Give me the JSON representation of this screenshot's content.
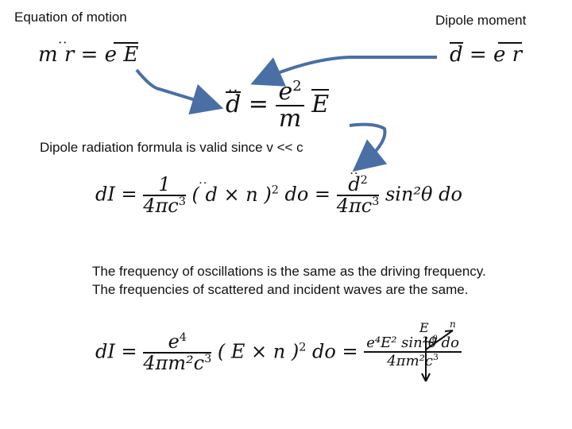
{
  "labels": {
    "equation_of_motion": "Equation of motion",
    "dipole_moment": "Dipole moment",
    "dipole_radiation": "Dipole radiation formula is valid since v << c",
    "frequency_line1": "The frequency of oscillations is the same as the driving frequency.",
    "frequency_line2": "The frequencies of scattered and incident waves are the same."
  },
  "equations": {
    "motion": {
      "lhs": "m r",
      "rhs": "= e E"
    },
    "dipole": {
      "lhs": "d",
      "rhs": "= e r"
    },
    "second_derivative": {
      "lhs": "d",
      "eq": "=",
      "num": "e",
      "num_exp": "2",
      "den": "m",
      "rhs": "E"
    },
    "radiation": {
      "lhs": "dI =",
      "num": "1",
      "den": "4πc",
      "den_exp": "3",
      "paren": "( d × n )",
      "paren_exp": "2",
      "do1": "do =",
      "num2": "d",
      "num2_exp": "2",
      "den2": "4πc",
      "den2_exp": "3",
      "tail": "sin²θ do"
    },
    "scattered": {
      "lhs": "dI =",
      "num": "e",
      "num_exp": "4",
      "den": "4πm²c",
      "den_exp": "3",
      "paren": "( E × n )",
      "paren_exp": "2",
      "do1": "do =",
      "num2": "e⁴E² sin²θ do",
      "den2": "4πm²c",
      "den2_exp": "3"
    }
  },
  "diagram_symbols": {
    "field": "E",
    "normal": "n",
    "angle": "θ"
  },
  "colors": {
    "arrow": "#4a6fa5",
    "text": "#111111"
  }
}
